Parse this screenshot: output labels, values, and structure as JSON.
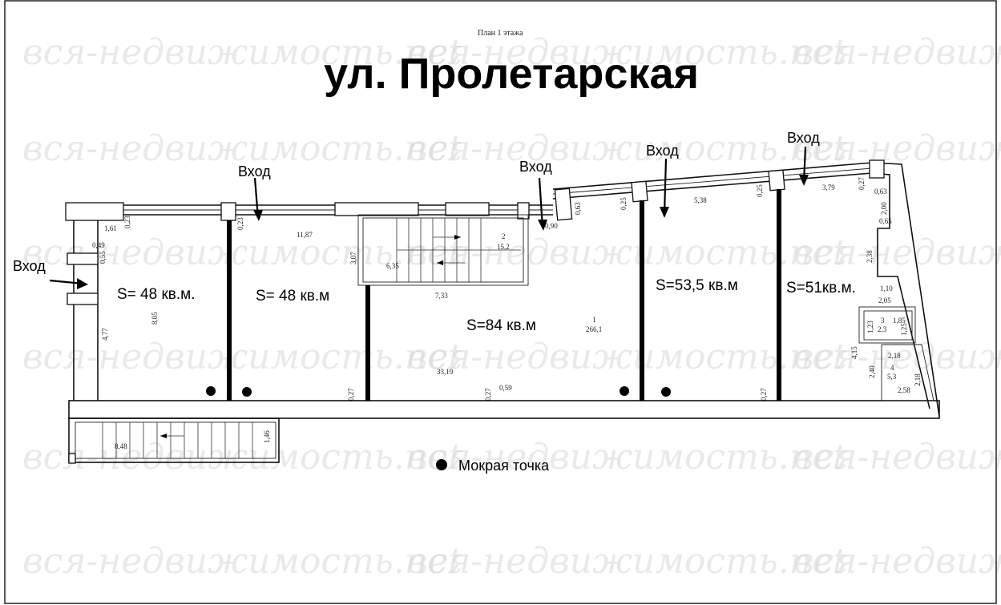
{
  "subtitle": "План 1 этажа",
  "title": "ул. Пролетарская",
  "watermark": "вся-недвижимость.net",
  "entrance_label": "Вход",
  "rooms": {
    "r1": "S= 48 кв.м.",
    "r2": "S= 48 кв.м",
    "r3": "S=84 кв.м",
    "r4": "S=53,5 кв.м",
    "r5": "S=51кв.м."
  },
  "legend": {
    "label": "Мокрая точка"
  },
  "dimensions": {
    "d1": "1,61",
    "d2": "0,23",
    "d3": "0,23",
    "d4": "11,87",
    "d5": "0,49",
    "d6": "0,55",
    "d7": "4,77",
    "d8": "8,05",
    "d9": "3,07",
    "d10": "6,35",
    "d11": "7,33",
    "d12": "1",
    "d13": "266,1",
    "d14": "33,19",
    "d15": "0,27",
    "d16": "0,27",
    "d17": "0,59",
    "d18": "0,27",
    "d19": "0,63",
    "d20": "0,25",
    "d21": "5,38",
    "d22": "0,25",
    "d23": "3,79",
    "d24": "0,27",
    "d25": "0,63",
    "d26": "2,00",
    "d27": "0,65",
    "d28": "2,38",
    "d29": "1,10",
    "d30": "2,05",
    "d31": "1,23",
    "d32": "3",
    "d33": "2,3",
    "d34": "1,85",
    "d35": "1,25",
    "d36": "4,15",
    "d37": "2,18",
    "d38": "2,40",
    "d39": "4",
    "d40": "5,3",
    "d41": "2,58",
    "d42": "2,18",
    "d43": "8,48",
    "d44": "1,46",
    "d45": "2",
    "d46": "15,2",
    "d47": "0,90"
  },
  "colors": {
    "ink": "#000000",
    "watermark": "#d8d8d8"
  }
}
